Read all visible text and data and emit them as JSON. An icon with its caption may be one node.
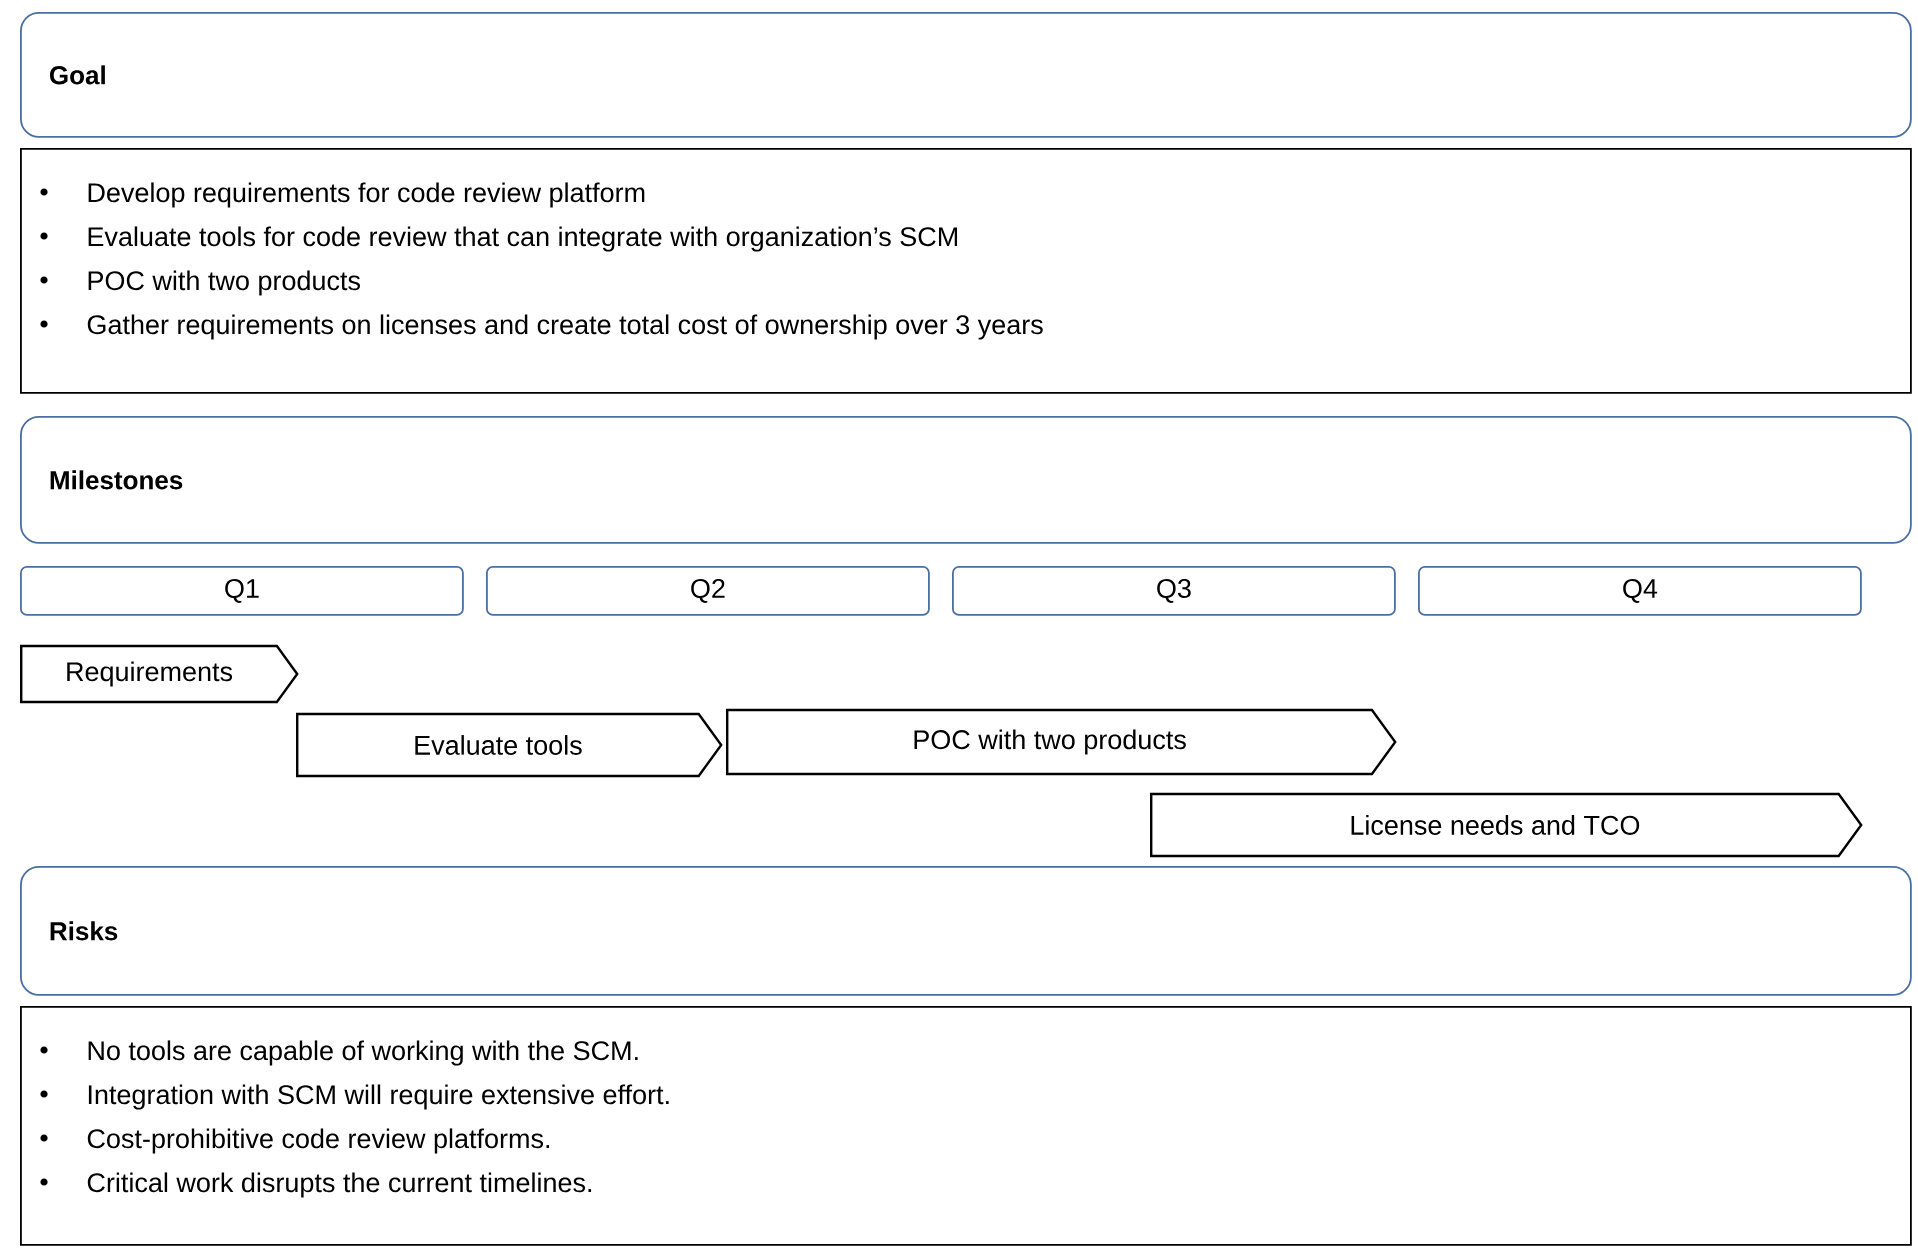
{
  "diagram": {
    "nodes": [
      {
        "text": [
          "Goal"
        ]
      },
      {
        "text": [
          "Develop requirements for code review platform",
          "Evaluate tools for code review that can integrate with organization’s SCM",
          "POC with two products",
          "Gather requirements on licenses and create total cost of ownership over 3 years"
        ]
      },
      {
        "text": [
          "Milestones"
        ]
      },
      {
        "text": [
          "Q1"
        ]
      },
      {
        "text": [
          "Q2"
        ]
      },
      {
        "text": [
          "Q3"
        ]
      },
      {
        "text": [
          "Q4"
        ]
      },
      {
        "text": [
          "Requirements"
        ]
      },
      {
        "text": [
          "Evaluate tools"
        ]
      },
      {
        "text": [
          "POC with two products"
        ]
      },
      {
        "text": [
          "License needs and TCO"
        ]
      },
      {
        "text": [
          "Risks"
        ]
      },
      {
        "text": [
          "No tools are capable of working with the SCM.",
          "Integration with SCM will require extensive effort.",
          "Cost-prohibitive code review platforms.",
          "Critical work disrupts the current timelines."
        ]
      }
    ],
    "edges": []
  }
}
